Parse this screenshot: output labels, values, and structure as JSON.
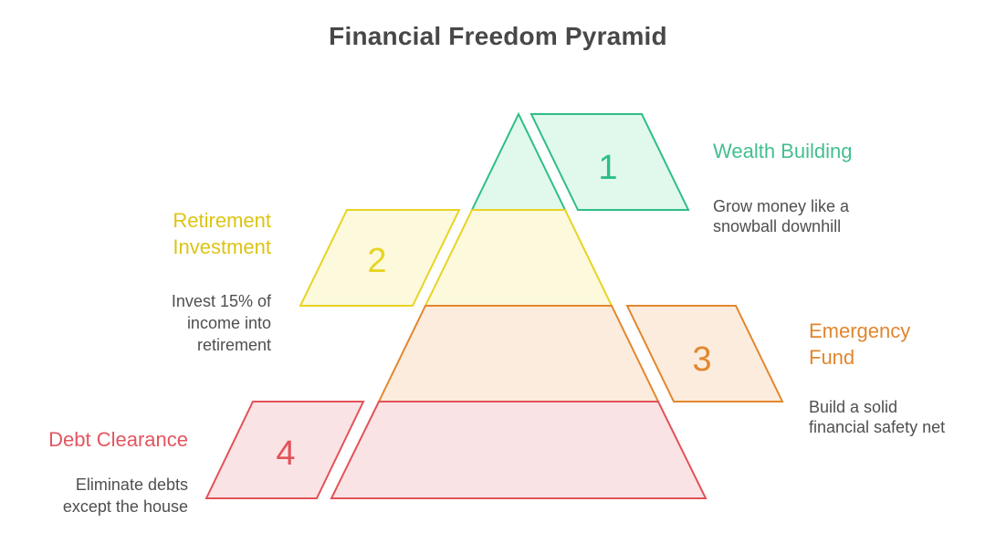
{
  "title": "Financial Freedom Pyramid",
  "colors": {
    "background": "#ffffff",
    "title_text": "#484848",
    "body_text": "#4f4f4f",
    "green": {
      "stroke": "#2ebe86",
      "fill": "#e1f8ed",
      "heading": "#43bf8e"
    },
    "yellow": {
      "stroke": "#e8d422",
      "fill": "#fcf9dc",
      "heading": "#ddc414"
    },
    "orange": {
      "stroke": "#e2872e",
      "fill": "#fcecdd",
      "heading": "#e0862e"
    },
    "red": {
      "stroke": "#e25257",
      "fill": "#fae3e5",
      "heading": "#e2555f"
    }
  },
  "levels": [
    {
      "number": "1",
      "heading": "Wealth Building",
      "description": "Grow money like a\nsnowball downhill",
      "side": "right",
      "color": "green"
    },
    {
      "number": "2",
      "heading": "Retirement\nInvestment",
      "description": "Invest 15% of\nincome into\nretirement",
      "side": "left",
      "color": "yellow"
    },
    {
      "number": "3",
      "heading": "Emergency\nFund",
      "description": "Build a solid\nfinancial safety net",
      "side": "right",
      "color": "orange"
    },
    {
      "number": "4",
      "heading": "Debt Clearance",
      "description": "Eliminate debts\nexcept the house",
      "side": "left",
      "color": "red"
    }
  ]
}
